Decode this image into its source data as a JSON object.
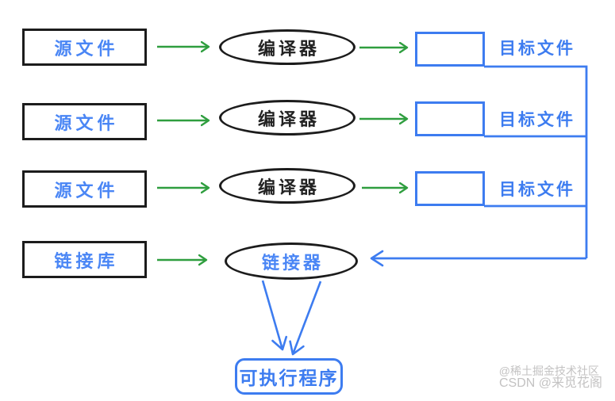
{
  "diagram": {
    "compile_rows": [
      {
        "source": "源文件",
        "process": "编译器",
        "output": "目标文件"
      },
      {
        "source": "源文件",
        "process": "编译器",
        "output": "目标文件"
      },
      {
        "source": "源文件",
        "process": "编译器",
        "output": "目标文件"
      }
    ],
    "link_row": {
      "source": "链接库",
      "process": "链接器"
    },
    "executable_label": "可执行程序"
  },
  "colors": {
    "arrow_green": "#2f9e3f",
    "line_blue": "#3d7cf0",
    "text_blue": "#4a86f5",
    "shape_black": "#1c1c1c",
    "watermark_gray": "#c3c2c2"
  },
  "watermark": {
    "line1": "@稀土掘金技术社区",
    "line2": "CSDN @来觅花阁"
  }
}
